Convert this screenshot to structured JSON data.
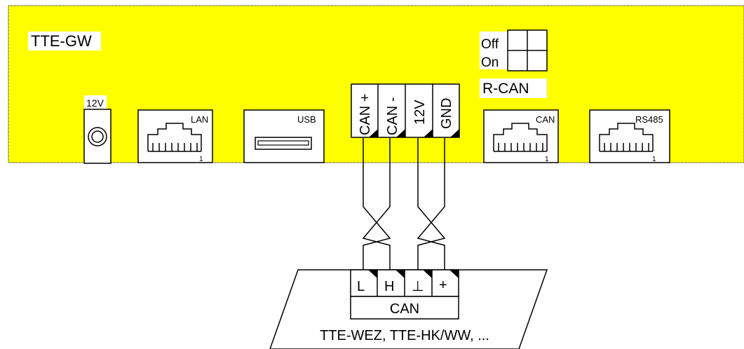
{
  "gateway": {
    "title": "TTE-GW",
    "power_label": "12V",
    "lan_label": "LAN",
    "lan_pin": "1",
    "usb_label": "USB",
    "can_label": "CAN",
    "can_pin": "1",
    "rs485_label": "RS485",
    "rs485_pin": "1",
    "switch": {
      "off_label": "Off",
      "on_label": "On",
      "name": "R-CAN"
    },
    "terminal_labels": [
      "CAN +",
      "CAN -",
      "12V",
      "GND"
    ]
  },
  "device": {
    "terminal_labels": [
      "L",
      "H",
      "⊥",
      "+"
    ],
    "bus_label": "CAN",
    "name": "TTE-WEZ, TTE-HK/WW, ..."
  },
  "colors": {
    "board_fill": "#ffff00",
    "line": "#000000",
    "label_bg": "#ffffff"
  }
}
